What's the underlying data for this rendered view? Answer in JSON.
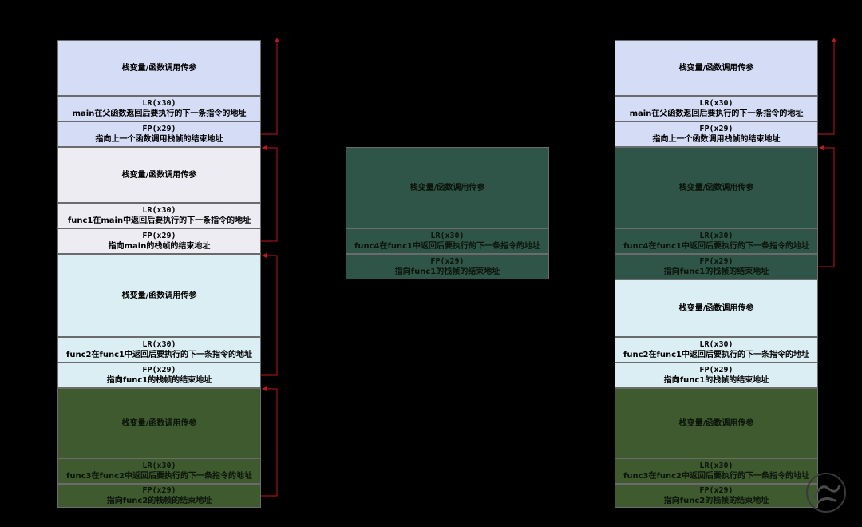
{
  "colors": {
    "main": "#d5dcf5",
    "func1": "#ececf2",
    "func2": "#dbeef4",
    "func3": "#3e5a2e",
    "func4": "#2f5548",
    "arrow": "#c0181b"
  },
  "stack_left": [
    {
      "id": "main",
      "kind": "vars",
      "text": "栈变量/函数调用传参"
    },
    {
      "id": "main",
      "kind": "lr",
      "line1": "LR(x30)",
      "line2": "main在父函数返回后要执行的下一条指令的地址"
    },
    {
      "id": "main",
      "kind": "fp",
      "line1": "FP(x29)",
      "line2": "指向上一个函数调用栈帧的结束地址"
    },
    {
      "id": "func1",
      "kind": "vars",
      "text": "栈变量/函数调用传参"
    },
    {
      "id": "func1",
      "kind": "lr",
      "line1": "LR(x30)",
      "line2": "func1在main中返回后要执行的下一条指令的地址"
    },
    {
      "id": "func1",
      "kind": "fp",
      "line1": "FP(x29)",
      "line2": "指向main的栈帧的结束地址"
    },
    {
      "id": "func2",
      "kind": "vars",
      "text": "栈变量/函数调用传参"
    },
    {
      "id": "func2",
      "kind": "lr",
      "line1": "LR(x30)",
      "line2": "func2在func1中返回后要执行的下一条指令的地址"
    },
    {
      "id": "func2",
      "kind": "fp",
      "line1": "FP(x29)",
      "line2": "指向func1的栈帧的结束地址"
    },
    {
      "id": "func3",
      "kind": "vars",
      "text": "栈变量/函数调用传参"
    },
    {
      "id": "func3",
      "kind": "lr",
      "line1": "LR(x30)",
      "line2": "func3在func2中返回后要执行的下一条指令的地址"
    },
    {
      "id": "func3",
      "kind": "fp",
      "line1": "FP(x29)",
      "line2": "指向func2的栈帧的结束地址"
    }
  ],
  "stack_middle": [
    {
      "id": "func4",
      "kind": "vars",
      "text": "栈变量/函数调用传参"
    },
    {
      "id": "func4",
      "kind": "lr",
      "line1": "LR(x30)",
      "line2": "func4在func1中返回后要执行的下一条指令的地址"
    },
    {
      "id": "func4",
      "kind": "fp",
      "line1": "FP(x29)",
      "line2": "指向func1的栈帧的结束地址"
    }
  ],
  "stack_right": [
    {
      "id": "main",
      "kind": "vars",
      "text": "栈变量/函数调用传参"
    },
    {
      "id": "main",
      "kind": "lr",
      "line1": "LR(x30)",
      "line2": "main在父函数返回后要执行的下一条指令的地址"
    },
    {
      "id": "main",
      "kind": "fp",
      "line1": "FP(x29)",
      "line2": "指向上一个函数调用栈帧的结束地址"
    },
    {
      "id": "func4",
      "kind": "vars",
      "text": "栈变量/函数调用传参"
    },
    {
      "id": "func4",
      "kind": "lr",
      "line1": "LR(x30)",
      "line2": "func4在func1中返回后要执行的下一条指令的地址"
    },
    {
      "id": "func4",
      "kind": "fp",
      "line1": "FP(x29)",
      "line2": "指向func1的栈帧的结束地址"
    },
    {
      "id": "func2",
      "kind": "vars",
      "text": "栈变量/函数调用传参"
    },
    {
      "id": "func2",
      "kind": "lr",
      "line1": "LR(x30)",
      "line2": "func2在func1中返回后要执行的下一条指令的地址"
    },
    {
      "id": "func2",
      "kind": "fp",
      "line1": "FP(x29)",
      "line2": "指向func1的栈帧的结束地址"
    },
    {
      "id": "func3",
      "kind": "vars",
      "text": "栈变量/函数调用传参"
    },
    {
      "id": "func3",
      "kind": "lr",
      "line1": "LR(x30)",
      "line2": "func3在func2中返回后要执行的下一条指令的地址"
    },
    {
      "id": "func3",
      "kind": "fp",
      "line1": "FP(x29)",
      "line2": "指向func2的栈帧的结束地址"
    }
  ]
}
